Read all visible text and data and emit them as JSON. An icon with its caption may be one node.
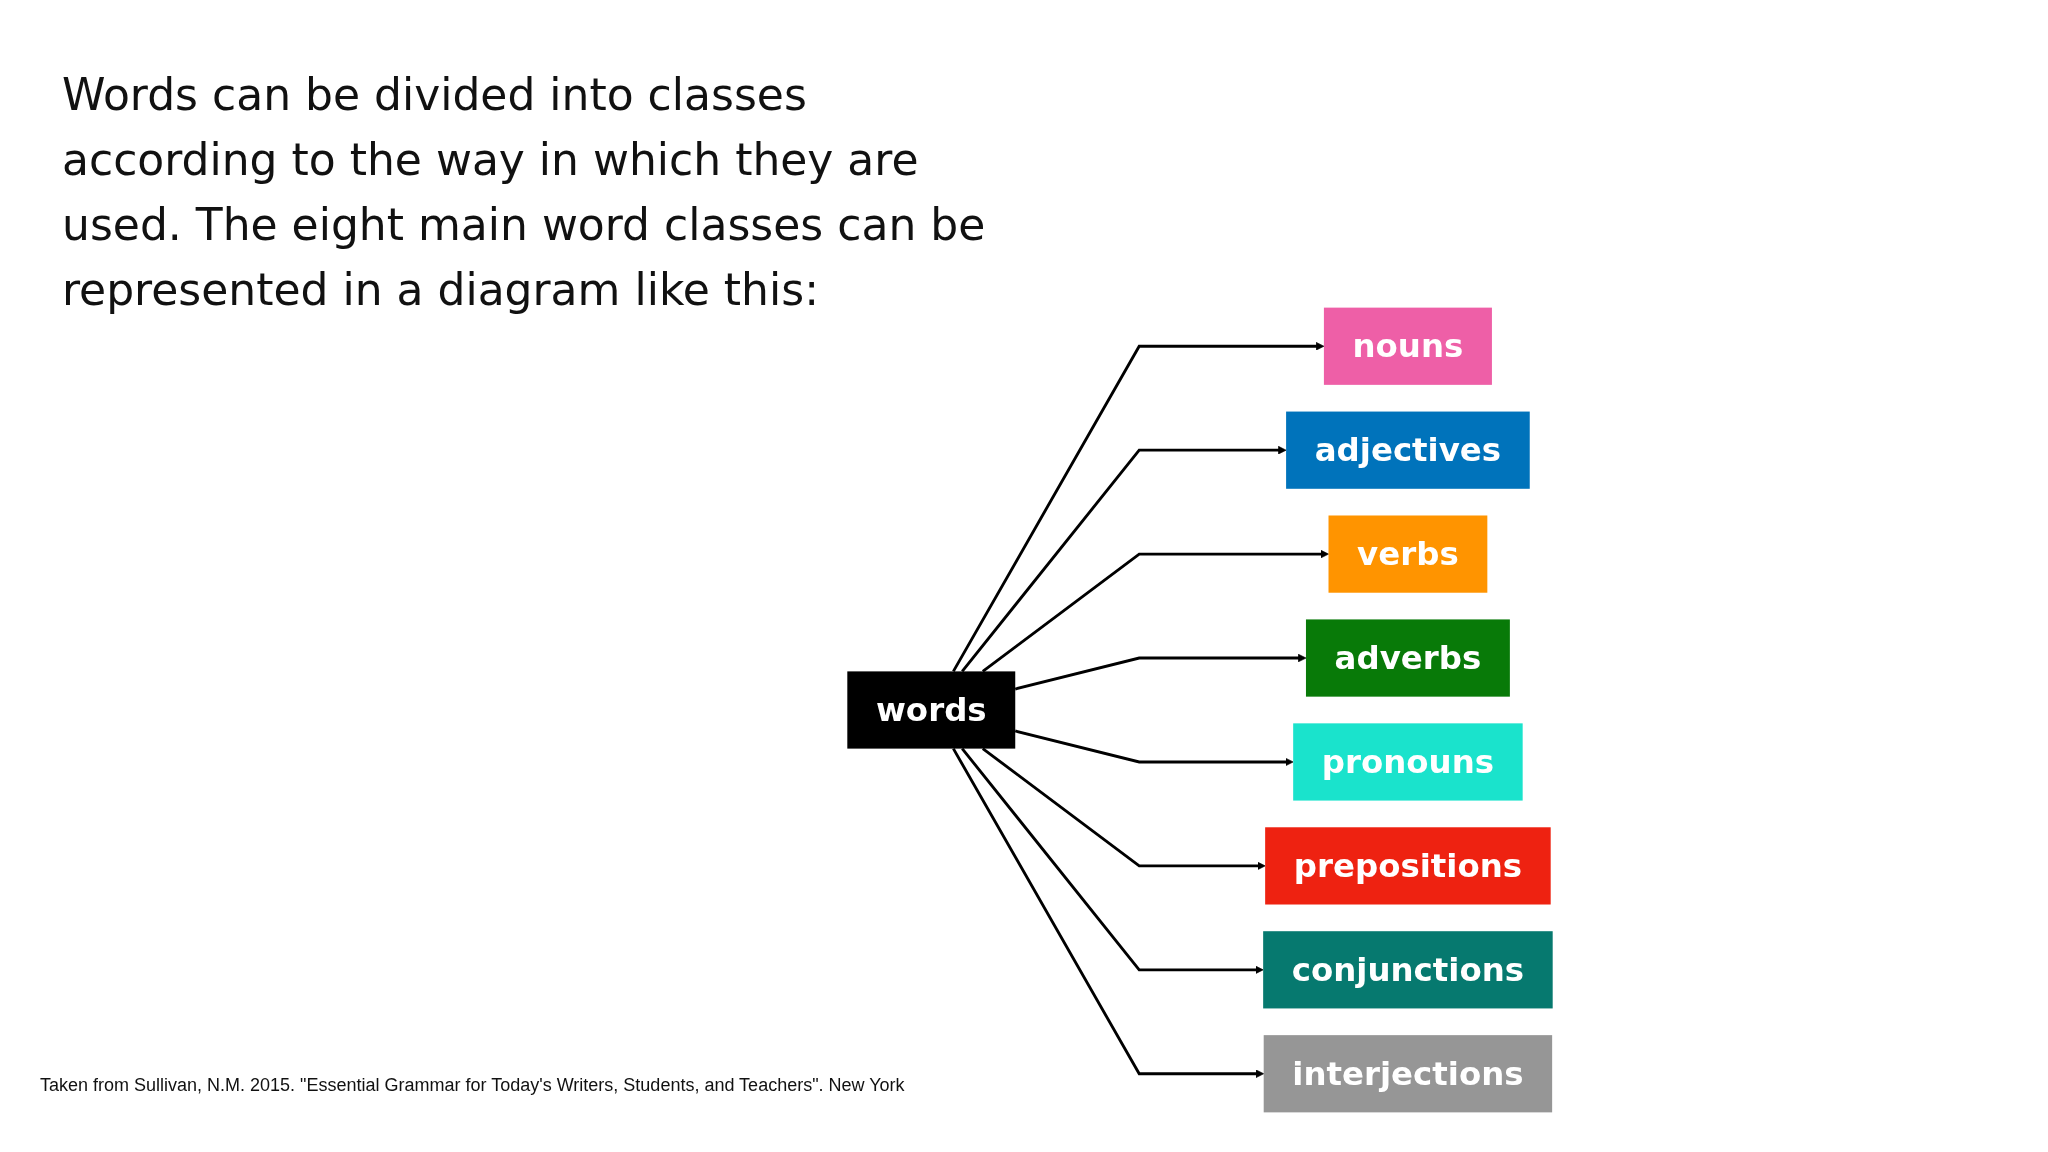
{
  "diagram": {
    "title": "Words can be divided into classes according to the way in which they are used. The eight main word classes can be represented in a diagram like this:",
    "caption": "Taken from Sullivan, N.M. 2015. \"Essential Grammar for Today's Writers, Students, and Teachers\". New York",
    "nodes": [
      {
        "text": [
          "words"
        ]
      },
      {
        "text": [
          "nouns"
        ]
      },
      {
        "text": [
          "adjectives"
        ]
      },
      {
        "text": [
          "verbs"
        ]
      },
      {
        "text": [
          "adverbs"
        ]
      },
      {
        "text": [
          "pronouns"
        ]
      },
      {
        "text": [
          "prepositions"
        ]
      },
      {
        "text": [
          "conjunctions"
        ]
      },
      {
        "text": [
          "interjections"
        ]
      }
    ],
    "edges": [
      {
        "from": 0,
        "to": 1,
        "arrow": "to"
      },
      {
        "from": 0,
        "to": 2,
        "arrow": "to"
      },
      {
        "from": 0,
        "to": 3,
        "arrow": "to"
      },
      {
        "from": 0,
        "to": 4,
        "arrow": "to"
      },
      {
        "from": 0,
        "to": 5,
        "arrow": "to"
      },
      {
        "from": 0,
        "to": 6,
        "arrow": "to"
      },
      {
        "from": 0,
        "to": 7,
        "arrow": "to"
      },
      {
        "from": 0,
        "to": 8,
        "arrow": "to"
      }
    ]
  }
}
